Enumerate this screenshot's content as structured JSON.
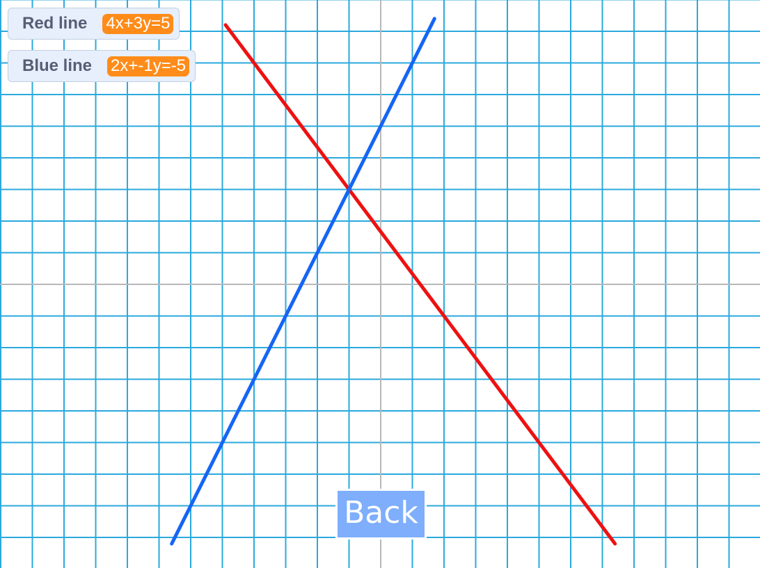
{
  "lines": {
    "red": {
      "label": "Red line",
      "equation": "4x+3y=5",
      "color": "#ee1111",
      "a": 4,
      "b": 3,
      "c": 5
    },
    "blue": {
      "label": "Blue line",
      "equation": "2x+-1y=-5",
      "color": "#1565f5",
      "a": 2,
      "b": -1,
      "c": -5
    }
  },
  "grid": {
    "line_color": "#2aa9dd",
    "axis_color": "#b8b8b8",
    "x_range": [
      -12,
      12
    ],
    "y_range": [
      -9,
      9
    ]
  },
  "back_button": {
    "label": "Back"
  }
}
